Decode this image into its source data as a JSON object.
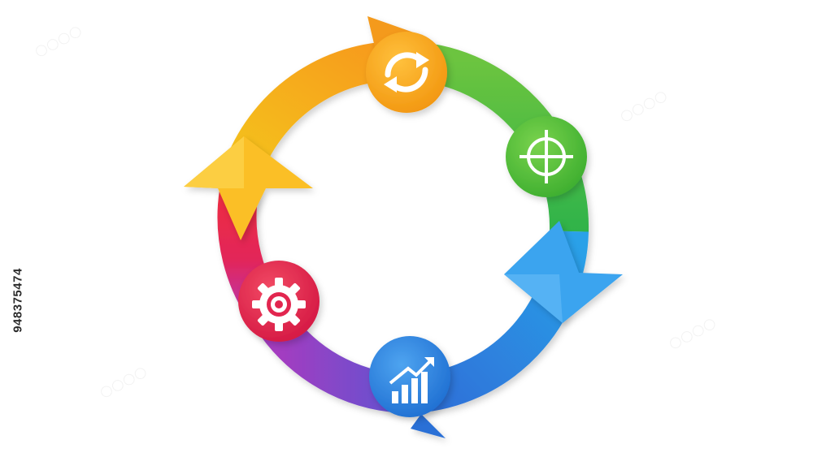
{
  "stock_id": "948375474",
  "colors": {
    "background": "#ffffff",
    "orange": "#f7a51f",
    "yellow": "#fbc02d",
    "green": "#4cbb3a",
    "blue": "#2f8de0",
    "light_blue": "#3aa1ea",
    "purple": "#8a3fc4",
    "red": "#e8233f"
  },
  "nodes": [
    {
      "name": "refresh-node",
      "icon": "refresh-icon",
      "color": "#f5a41d"
    },
    {
      "name": "target-node",
      "icon": "crosshair-icon",
      "color": "#52bd3b"
    },
    {
      "name": "chart-node",
      "icon": "growth-chart-icon",
      "color": "#2c86de"
    },
    {
      "name": "settings-node",
      "icon": "gear-icon",
      "color": "#e2264f"
    }
  ]
}
